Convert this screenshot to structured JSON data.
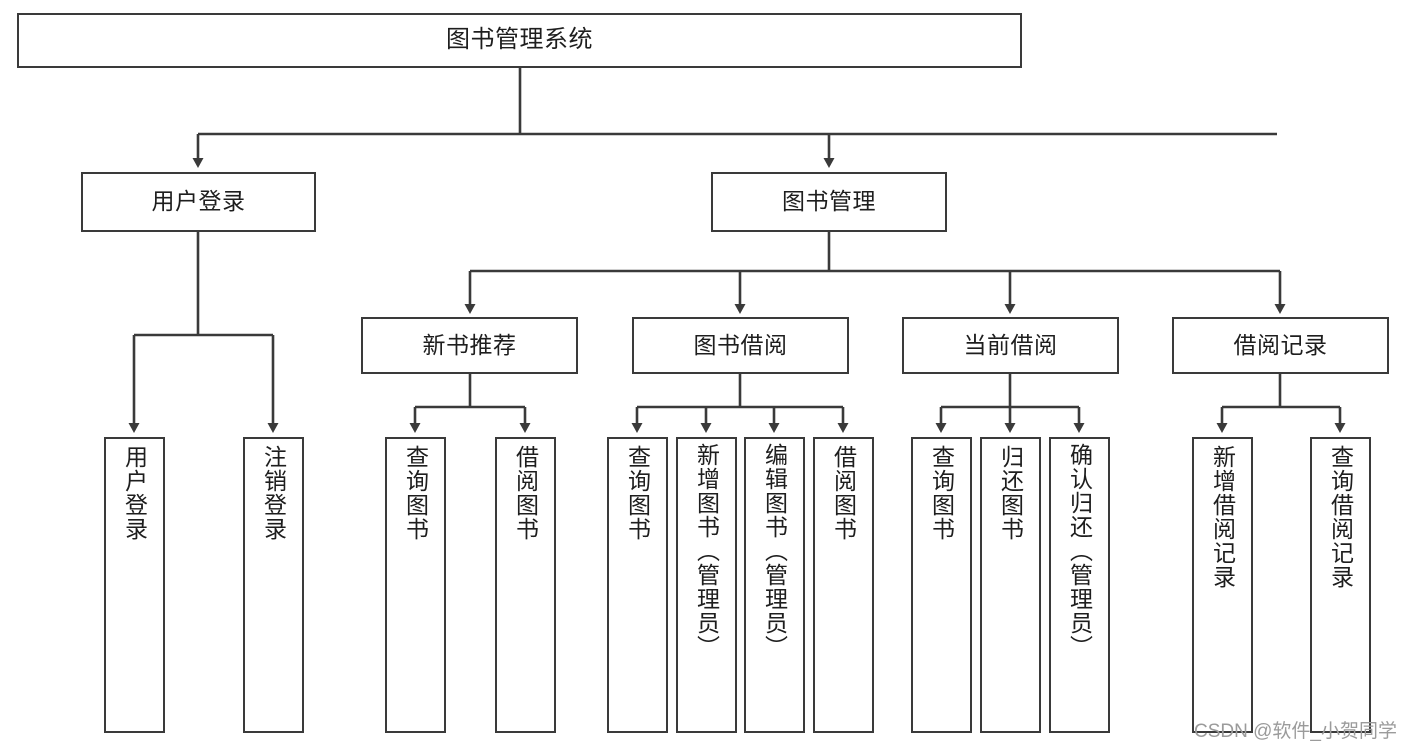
{
  "diagram": {
    "title": "图书管理系统",
    "type": "tree-hierarchy",
    "watermark": "CSDN @软件_小贺同学",
    "accent_color": "#3a3a3a",
    "background_color": "#ffffff",
    "root": {
      "label": "图书管理系统"
    },
    "level2": [
      {
        "label": "用户登录"
      },
      {
        "label": "图书管理"
      }
    ],
    "level3": [
      {
        "label": "新书推荐"
      },
      {
        "label": "图书借阅"
      },
      {
        "label": "当前借阅"
      },
      {
        "label": "借阅记录"
      }
    ],
    "leaves": [
      {
        "label": "用户登录"
      },
      {
        "label": "注销登录"
      },
      {
        "label": "查询图书"
      },
      {
        "label": "借阅图书"
      },
      {
        "label": "查询图书"
      },
      {
        "label": "新增图书（管理员）"
      },
      {
        "label": "编辑图书（管理员）"
      },
      {
        "label": "借阅图书"
      },
      {
        "label": "查询图书"
      },
      {
        "label": "归还图书"
      },
      {
        "label": "确认归还（管理员）"
      },
      {
        "label": "新增借阅记录"
      },
      {
        "label": "查询借阅记录"
      }
    ]
  }
}
